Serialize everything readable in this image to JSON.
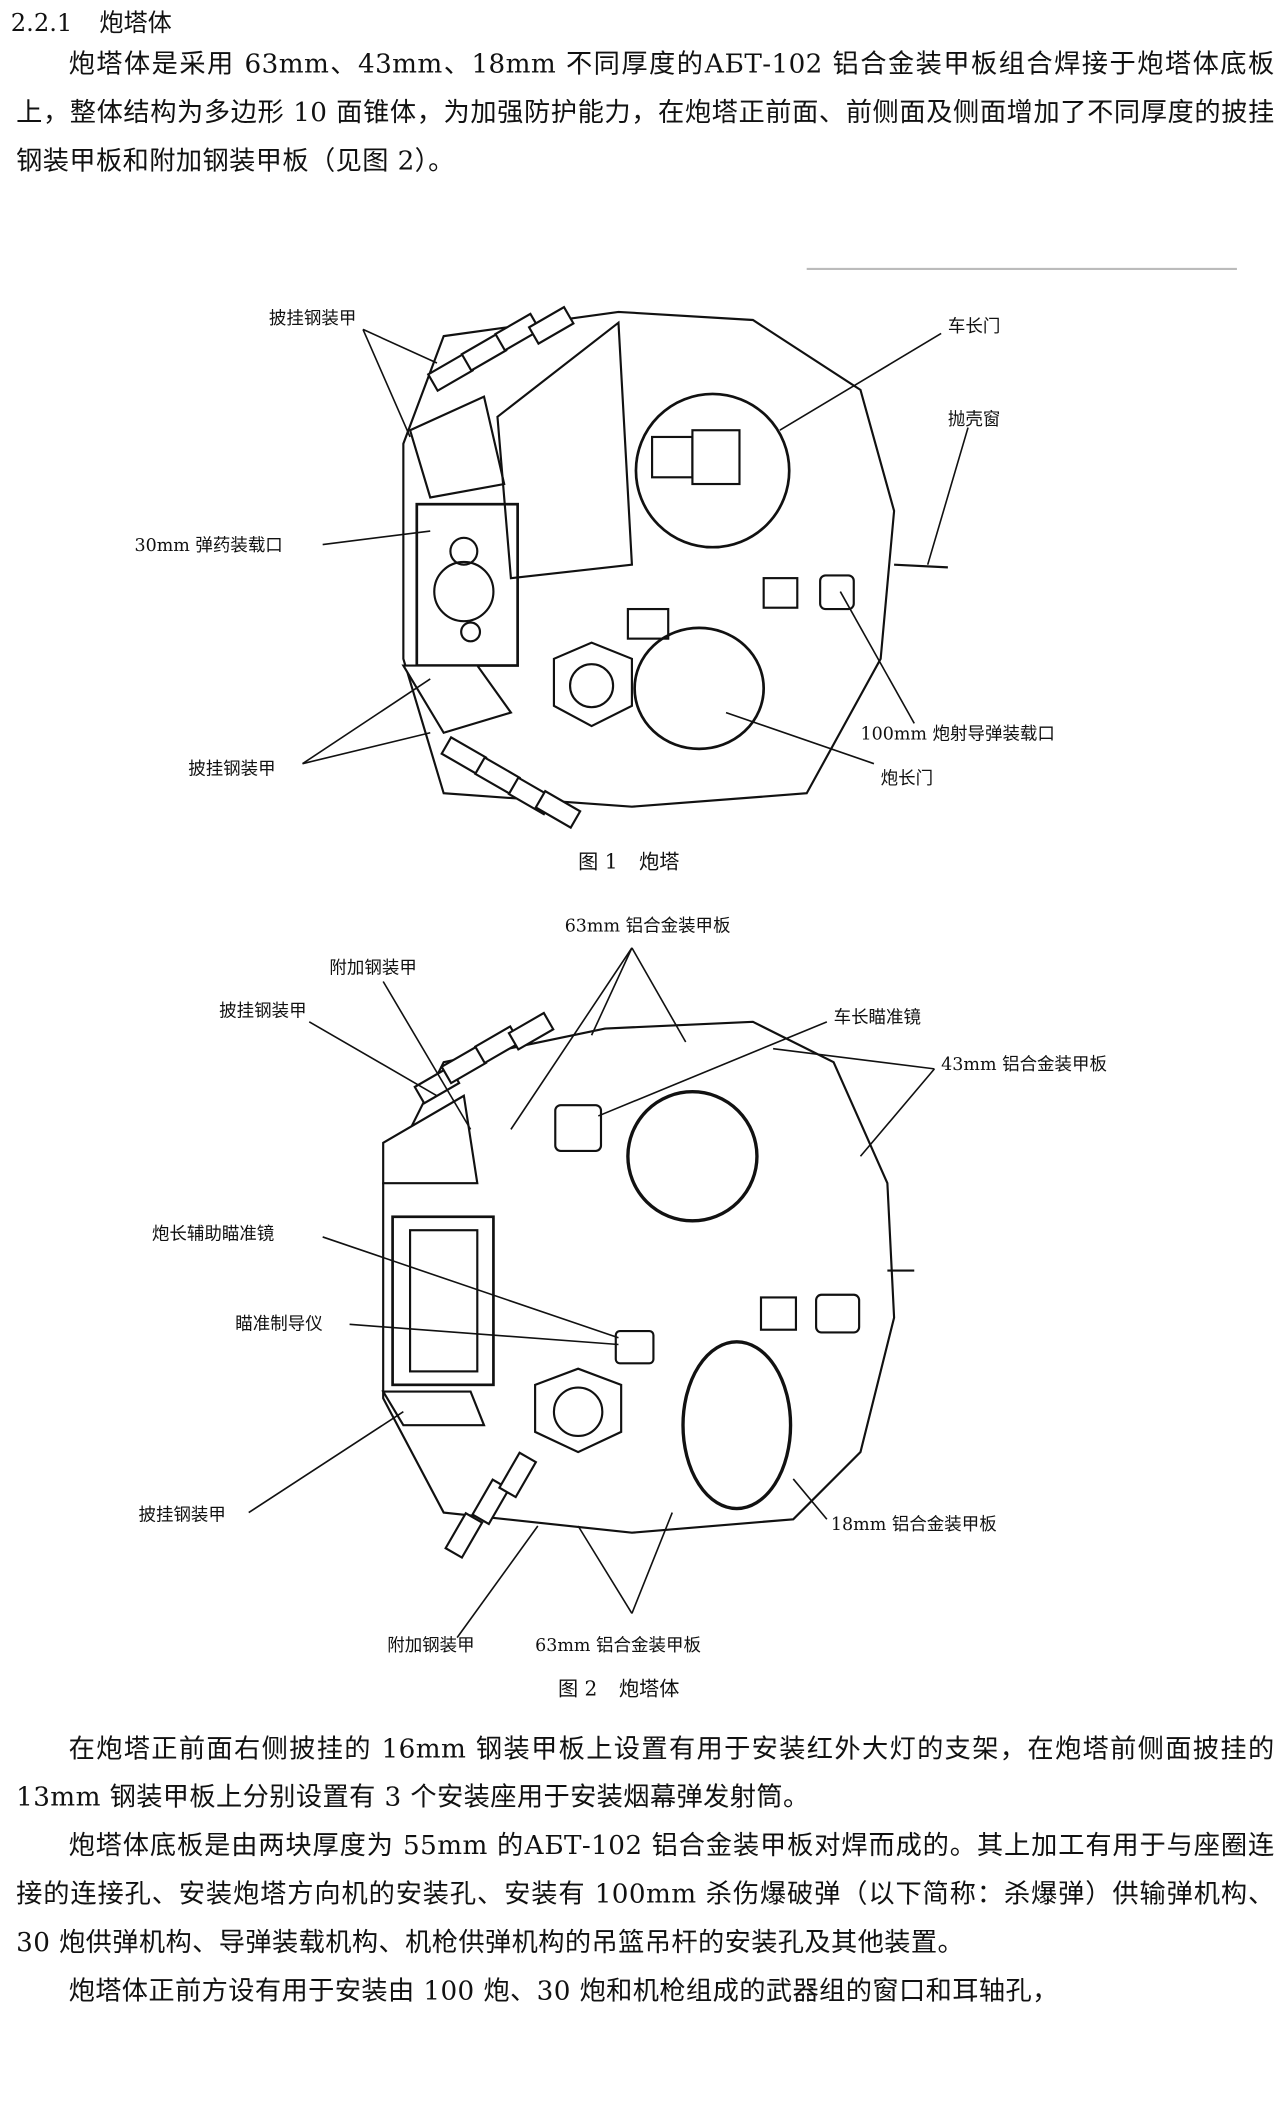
{
  "section": {
    "number": "2.2.1",
    "title": "炮塔体"
  },
  "intro": "炮塔体是采用 63mm、43mm、18mm 不同厚度的АБТ-102 铝合金装甲板组合焊接于炮塔体底板上，整体结构为多边形 10 面锥体，为加强防护能力，在炮塔正前面、前侧面及侧面增加了不同厚度的披挂钢装甲板和附加钢装甲板（见图 2）。",
  "figure1": {
    "caption_num": "图 1",
    "caption_title": "炮塔",
    "labels": [
      "披挂钢装甲",
      "车长门",
      "抛壳窗",
      "30mm 弹药装载口",
      "100mm 炮射导弹装载口",
      "炮长门",
      "披挂钢装甲"
    ]
  },
  "figure2": {
    "caption_num": "图 2",
    "caption_title": "炮塔体",
    "labels": [
      "63mm 铝合金装甲板",
      "附加钢装甲",
      "披挂钢装甲",
      "车长瞄准镜",
      "43mm 铝合金装甲板",
      "炮长辅助瞄准镜",
      "瞄准制导仪",
      "披挂钢装甲",
      "18mm 铝合金装甲板",
      "附加钢装甲",
      "63mm 铝合金装甲板"
    ]
  },
  "paragraphs": [
    "在炮塔正前面右侧披挂的 16mm 钢装甲板上设置有用于安装红外大灯的支架，在炮塔前侧面披挂的 13mm 钢装甲板上分别设置有 3 个安装座用于安装烟幕弹发射筒。",
    "炮塔体底板是由两块厚度为 55mm 的АБТ-102 铝合金装甲板对焊而成的。其上加工有用于与座圈连接的连接孔、安装炮塔方向机的安装孔、安装有 100mm 杀伤爆破弹（以下简称：杀爆弹）供输弹机构、30 炮供弹机构、导弹装载机构、机枪供弹机构的吊篮吊杆的安装孔及其他装置。",
    "炮塔体正前方设有用于安装由 100 炮、30 炮和机枪组成的武器组的窗口和耳轴孔，"
  ]
}
